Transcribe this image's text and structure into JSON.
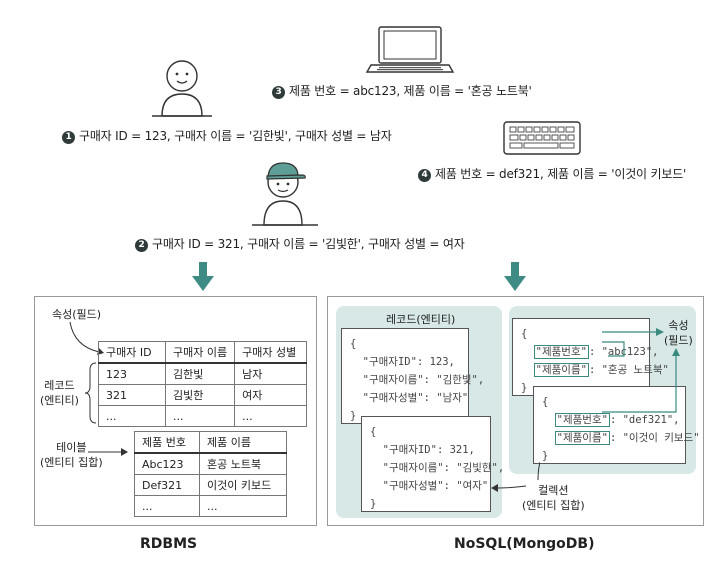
{
  "top": {
    "item1": {
      "num": "1",
      "text": "구매자 ID = 123, 구매자 이름 = '김한빛', 구매자 성별 = 남자"
    },
    "item2": {
      "num": "2",
      "text": "구매자 ID = 321, 구매자 이름 = '김빛한', 구매자 성별 = 여자"
    },
    "item3": {
      "num": "3",
      "text": "제품 번호 = abc123, 제품 이름 = '혼공 노트북'"
    },
    "item4": {
      "num": "4",
      "text": "제품 번호 = def321, 제품 이름 = '이것이 키보드'"
    }
  },
  "icons": {
    "person1": "person-icon",
    "person2": "person-cap-icon",
    "laptop": "laptop-icon",
    "keyboard": "keyboard-icon"
  },
  "rdbms": {
    "attr_label": "속성(필드)",
    "record_label": [
      "레코드",
      "(엔티티)"
    ],
    "table_label": [
      "테이블",
      "(엔티티 집합)"
    ],
    "buyers": {
      "headers": [
        "구매자 ID",
        "구매자 이름",
        "구매자 성별"
      ],
      "rows": [
        [
          "123",
          "김한빛",
          "남자"
        ],
        [
          "321",
          "김빛한",
          "여자"
        ],
        [
          "...",
          "...",
          "..."
        ]
      ]
    },
    "products": {
      "headers": [
        "제품 번호",
        "제품 이름"
      ],
      "rows": [
        [
          "Abc123",
          "혼공 노트북"
        ],
        [
          "Def321",
          "이것이 키보드"
        ],
        [
          "...",
          "..."
        ]
      ]
    },
    "footer": "RDBMS"
  },
  "nosql": {
    "record_label": "레코드(엔티티)",
    "attr_label": [
      "속성",
      "(필드)"
    ],
    "collection_label": [
      "컬렉션",
      "(엔티티 집합)"
    ],
    "doc1": {
      "open": "{",
      "l1k": "\"구매자ID\"",
      "l1v": ": 123,",
      "l2k": "\"구매자이름\"",
      "l2v": ": \"김한빛\",",
      "l3k": "\"구매자성별\"",
      "l3v": ": \"남자\"",
      "close": "}"
    },
    "doc2": {
      "open": "{",
      "l1k": "\"구매자ID\"",
      "l1v": ": 321,",
      "l2k": "\"구매자이름\"",
      "l2v": ": \"김빛한\",",
      "l3k": "\"구매자성별\"",
      "l3v": ": \"여자\"",
      "close": "}"
    },
    "doc3": {
      "open": "{",
      "l1k": "\"제품번호\"",
      "l1v": ": \"abc123\",",
      "l2k": "\"제품이름\"",
      "l2v": ": \"혼공 노트북\"",
      "close": "}"
    },
    "doc4": {
      "open": "{",
      "l1k": "\"제품번호\"",
      "l1v": ": \"def321\",",
      "l2k": "\"제품이름\"",
      "l2v": ": \"이것이 키보드\"",
      "close": "}"
    },
    "footer": "NoSQL(MongoDB)"
  },
  "colors": {
    "arrow": "#3e8a84",
    "panel_bg": "#d7e8e6",
    "accent": "#3a8a80"
  }
}
